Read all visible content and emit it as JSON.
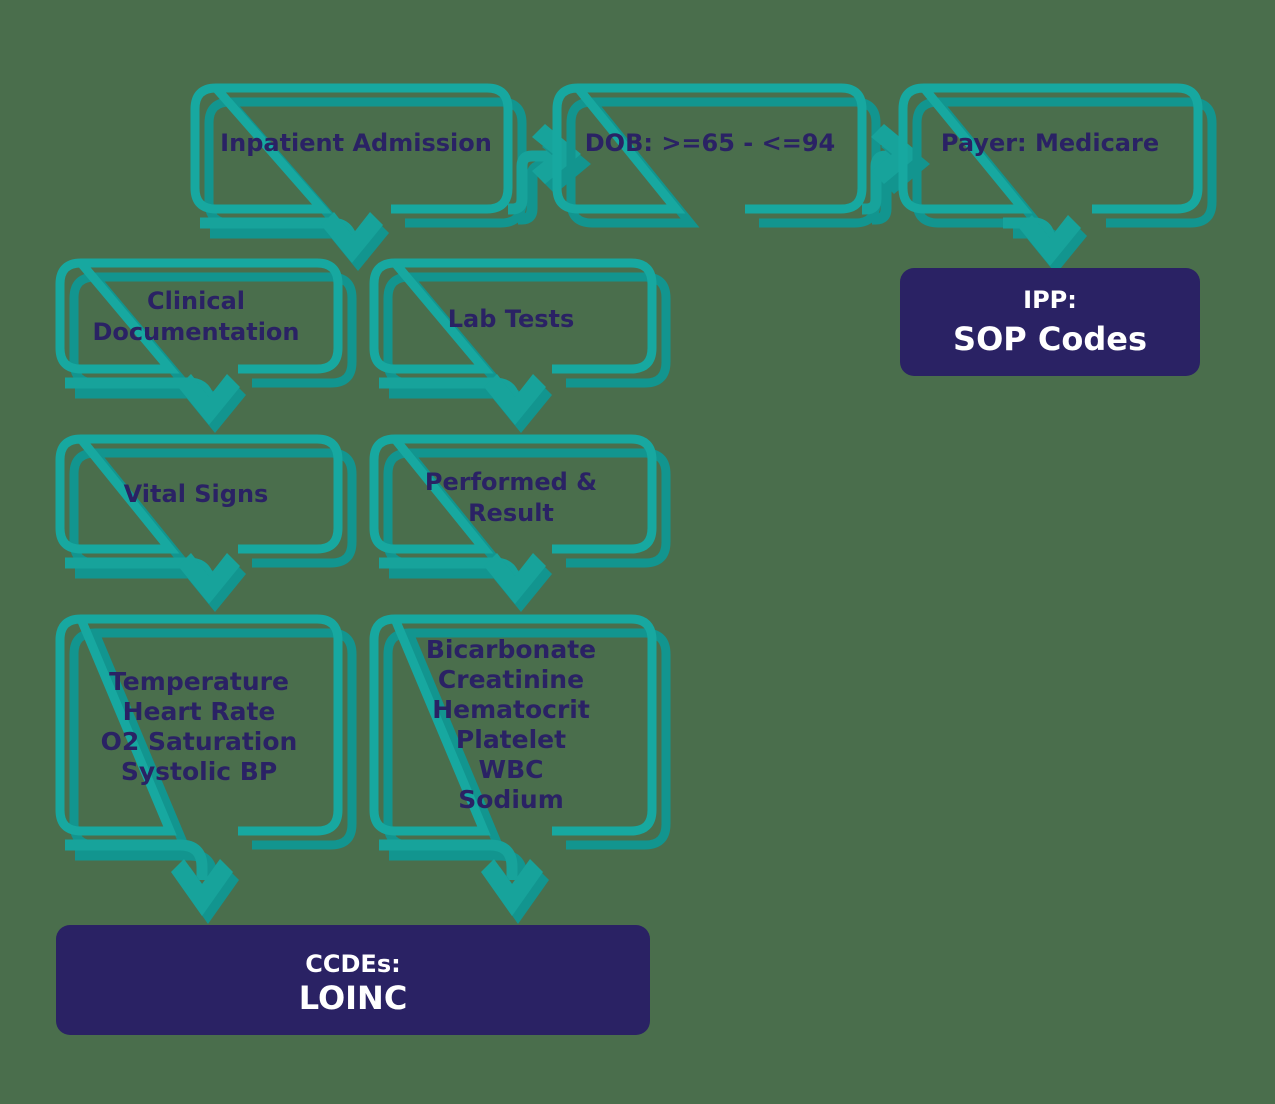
{
  "diagram": {
    "title": "Clinical Quality Measure Data Element Flow",
    "background_color": "#4a6e4c",
    "accent_teal": "#17a39b",
    "accent_teal_shadow": "#12958f",
    "terminal_navy": "#2a2264",
    "label_navy": "#2a2264",
    "terminal_text_color": "#ffffff"
  },
  "nodes": {
    "inpatient_admission": {
      "label": "Inpatient Admission"
    },
    "dob_range": {
      "label": "DOB: >=65 - <=94"
    },
    "payer": {
      "label": "Payer: Medicare"
    },
    "clinical_documentation": {
      "line1": "Clinical",
      "line2": "Documentation"
    },
    "lab_tests": {
      "label": "Lab Tests"
    },
    "vital_signs": {
      "label": "Vital Signs"
    },
    "performed_result": {
      "line1": "Performed &",
      "line2": "Result"
    },
    "vital_sign_items": {
      "items": [
        "Temperature",
        "Heart Rate",
        "O2  Saturation",
        "Systolic BP"
      ]
    },
    "lab_result_items": {
      "items": [
        "Bicarbonate",
        "Creatinine",
        "Hematocrit",
        "Platelet",
        "WBC",
        "Sodium"
      ]
    }
  },
  "terminals": {
    "ipp": {
      "top": "IPP:",
      "main": "SOP Codes"
    },
    "ccdes": {
      "top": "CCDEs:",
      "main": "LOINC"
    }
  }
}
